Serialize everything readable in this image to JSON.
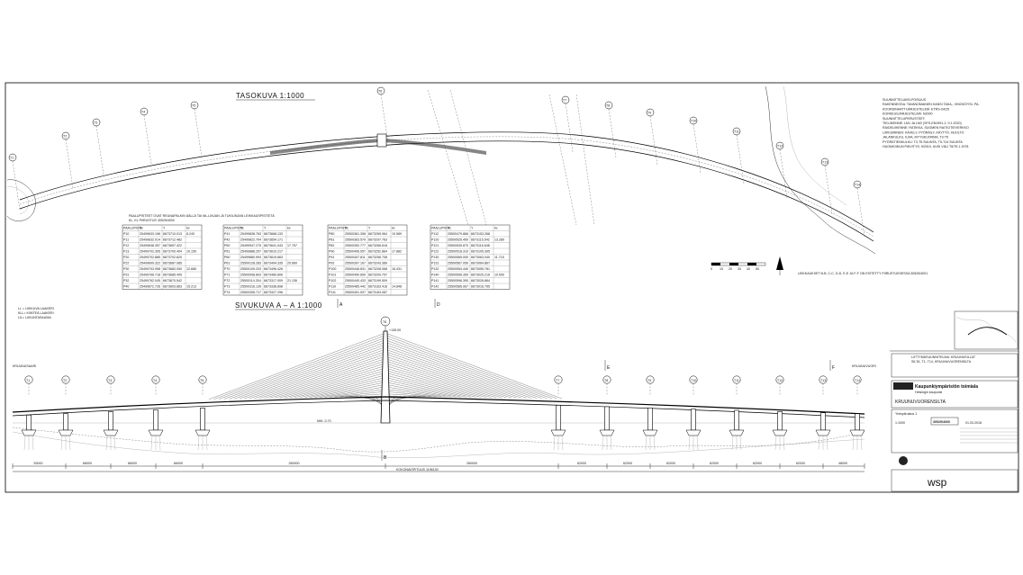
{
  "drawing": {
    "plan_title": "TASOKUVA 1:1000",
    "elevation_title": "SIVUKUVA A – A 1:1000",
    "tower_label": "T6",
    "tower_top": "+135.00",
    "section_mark_a": "A",
    "section_mark_b": "B",
    "section_mark_d": "D",
    "section_mark_e": "E",
    "section_mark_f": "F",
    "end_left": "KRUUNUSAARI",
    "end_right": "KRUUNUVUORI",
    "support_labels": [
      "T1",
      "T2",
      "T3",
      "T4",
      "T5",
      "T7",
      "T8",
      "T9",
      "T10",
      "T11",
      "T12",
      "T13",
      "T14"
    ],
    "spans": [
      "53000",
      "66000",
      "66000",
      "66000",
      "260000",
      "260000",
      "62000",
      "62000",
      "62000",
      "62000",
      "62000",
      "62000",
      "48000"
    ],
    "total_length": "KOKONAISPITUUS 1196130",
    "abbr_lines": [
      "LL = LIIKKUVA LAAKERI",
      "KLL= KIINTEÄ LAAKERI",
      "LIL= LIIKUNTASAUMA"
    ],
    "water_level": "MW -0.70",
    "scale_bar": [
      "0",
      "10",
      "20",
      "30",
      "40",
      "50"
    ],
    "table_heading_lines": [
      "PAALUPISTEET OVAT REUNAPALKIN ÄÄLLÄ TAI ML-LINJAN JA TUKILINJAN LEIKKAUSPISTEITÄ",
      "KL, KL PIIRUSTUS 30525/4000"
    ],
    "table_cols": [
      "PAALUPISTE",
      "X",
      "Y",
      "kv"
    ],
    "coord_rows_1": [
      [
        "P10",
        "25499633.196",
        "6673710.013",
        "8.240"
      ],
      [
        "P11",
        "25499632.014",
        "6673712.482",
        ""
      ],
      [
        "P12",
        "25499638.357",
        "6673697.422",
        ""
      ],
      [
        "P13",
        "25499702.305",
        "6673700.404",
        "10.159"
      ],
      [
        "P20",
        "25499702.885",
        "6673702.820",
        ""
      ],
      [
        "P22",
        "25499699.322",
        "6673687.085",
        ""
      ],
      [
        "P30",
        "25499703.958",
        "6673683.050",
        "12.685"
      ],
      [
        "P31",
        "25499766.718",
        "6673685.405",
        ""
      ],
      [
        "P32",
        "25499762.045",
        "6673670.542",
        ""
      ],
      [
        "P40",
        "25499672.726",
        "6673603.863",
        "15.213"
      ]
    ],
    "coord_rows_2": [
      [
        "P41",
        "25499838.763",
        "6673668.133",
        ""
      ],
      [
        "P42",
        "25499822.704",
        "6673654.171",
        ""
      ],
      [
        "P50",
        "25499947.275",
        "6673641.043",
        "17.757"
      ],
      [
        "P51",
        "25499888.257",
        "6673610.217",
        ""
      ],
      [
        "P60",
        "25499880.993",
        "6673619.663",
        ""
      ],
      [
        "P61",
        "25500128.283",
        "6673494.335",
        "20.660"
      ],
      [
        "P70",
        "25500109.203",
        "6673496.426",
        ""
      ],
      [
        "P71",
        "25500098.803",
        "6673480.806",
        ""
      ],
      [
        "P72",
        "25500114.304",
        "6673317.009",
        "21.136"
      ],
      [
        "P73",
        "25500316.139",
        "6673338.898",
        ""
      ],
      [
        "P74",
        "25500306.717",
        "6673327.296",
        ""
      ]
    ],
    "coord_rows_3": [
      [
        "P80",
        "25500361.398",
        "6673265.964",
        "19.589"
      ],
      [
        "P81",
        "25500363.579",
        "6673297.763",
        ""
      ],
      [
        "P82",
        "25500352.777",
        "6673266.618",
        ""
      ],
      [
        "P90",
        "25500406.057",
        "6673252.864",
        "17.882"
      ],
      [
        "P91",
        "25500407.811",
        "6673256.708",
        ""
      ],
      [
        "P92",
        "25500397.167",
        "6673243.389",
        ""
      ],
      [
        "P100",
        "25500446.831",
        "6673208.068",
        "16.431"
      ],
      [
        "P101",
        "25500450.659",
        "6673209.757",
        ""
      ],
      [
        "P102",
        "25500440.433",
        "6673199.509",
        ""
      ],
      [
        "P110",
        "25500485.442",
        "6673163.418",
        "14.848"
      ],
      [
        "P111",
        "25500491.537",
        "6673163.087",
        ""
      ]
    ],
    "coord_rows_4": [
      [
        "P112",
        "25500479.866",
        "6673153.268",
        ""
      ],
      [
        "P120",
        "25500526.450",
        "6673115.542",
        "13.280"
      ],
      [
        "P121",
        "25500530.870",
        "6673116.548",
        ""
      ],
      [
        "P122",
        "25500518.310",
        "6673105.395",
        ""
      ],
      [
        "P130",
        "25500565.000",
        "6673063.040",
        "11.715"
      ],
      [
        "P131",
        "25500567.050",
        "6673064.867",
        ""
      ],
      [
        "P132",
        "25500554.440",
        "6673055.781",
        ""
      ],
      [
        "P140",
        "25500596.350",
        "6673025.216",
        "10.500"
      ],
      [
        "P141",
        "25500596.390",
        "6673026.864",
        ""
      ],
      [
        "P142",
        "25500585.067",
        "6673016.755",
        ""
      ]
    ],
    "notes_right": [
      "SUUNNITTELUKELPOISUUS",
      "RAKENNEOSA: TAVANOMAINEN KANSI TAKA-, VINOKÖYSI- PA-",
      "KOORDINAATTIJÄRJESTELMÄ: ETRS-GK25",
      "KORKEUSJÄRJESTELMÄ: N2000",
      "SUUNNITTELUPERUSTEET:",
      "TIELIIKENNE: LM1 JA LM2 (SFS-EN1991-2, 9.1.2020)",
      "RAIDELIIKENNE: RATIKKA, SUOMEN RAITIOTIEVERKKO",
      "LIIKKUMINEN: KÄVELY, PYÖRÄILY, KÄYTTÖ, HUOLTO",
      "JALANKULKU, ILMA, MYYSKUORMA, T3-T5",
      "PYÖRÄTIENKULKU: T3-T5 SUUNTA, T5-T14 SUUNTA",
      "HUOMIOIDUN PÄIVITYS: 9/2019, UUSI VÄLI T6/T6 1.1978"
    ],
    "note_sections": "LEIKKAUKSET B-B, C-C, D-D, E-E JA F-F ON ESITETTY PIIRUSTUKSESSA 30525/4001",
    "titleblock": {
      "owner": "Kaupunkiympäristön toimiala",
      "owner_sub": "Helsingin kaupunki",
      "project": "LIITTYMÄSUUNNITELMA: KRUUNUSILLAT",
      "project_sub": "SILTA, T1- T14, KRUUNUVUORENSILTA",
      "name": "KRUUNUVUORENSILTA",
      "drawing_type": "Yleispiirustus 1",
      "scale": "1:1000",
      "number": "30525/4000",
      "company": "wsp",
      "date": "01.03.2018"
    }
  }
}
